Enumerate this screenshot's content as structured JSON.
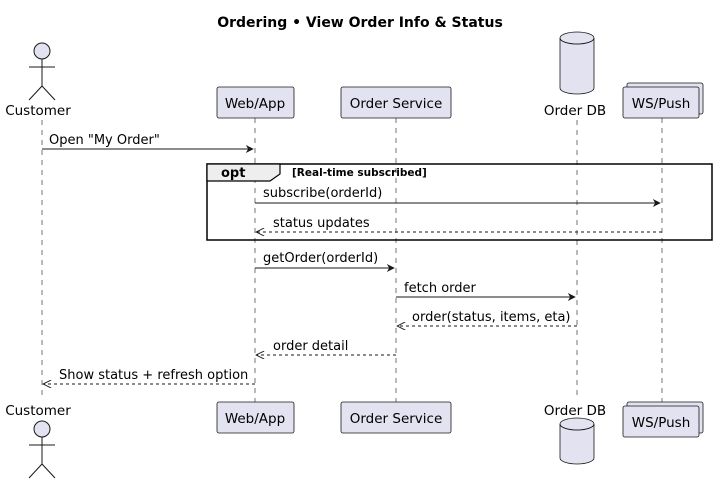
{
  "title": "Ordering • View Order Info & Status",
  "participants": {
    "customer": "Customer",
    "webapp": "Web/App",
    "order_service": "Order Service",
    "order_db": "Order DB",
    "ws_push": "WS/Push"
  },
  "fragment": {
    "kind": "opt",
    "guard": "[Real-time subscribed]"
  },
  "messages": [
    {
      "text": "Open \"My Order\"",
      "from": "customer",
      "to": "webapp",
      "style": "sync"
    },
    {
      "text": "subscribe(orderId)",
      "from": "webapp",
      "to": "ws_push",
      "style": "sync"
    },
    {
      "text": "status updates",
      "from": "ws_push",
      "to": "webapp",
      "style": "return"
    },
    {
      "text": "getOrder(orderId)",
      "from": "webapp",
      "to": "order_service",
      "style": "sync"
    },
    {
      "text": "fetch order",
      "from": "order_service",
      "to": "order_db",
      "style": "sync"
    },
    {
      "text": "order(status, items, eta)",
      "from": "order_db",
      "to": "order_service",
      "style": "return"
    },
    {
      "text": "order detail",
      "from": "order_service",
      "to": "webapp",
      "style": "return"
    },
    {
      "text": "Show status + refresh option",
      "from": "webapp",
      "to": "customer",
      "style": "return"
    }
  ],
  "colors": {
    "participant_fill": "#e2e2f0",
    "participant_stroke": "#181818",
    "lifeline": "#181818",
    "fragment_header": "#eeeeee"
  }
}
